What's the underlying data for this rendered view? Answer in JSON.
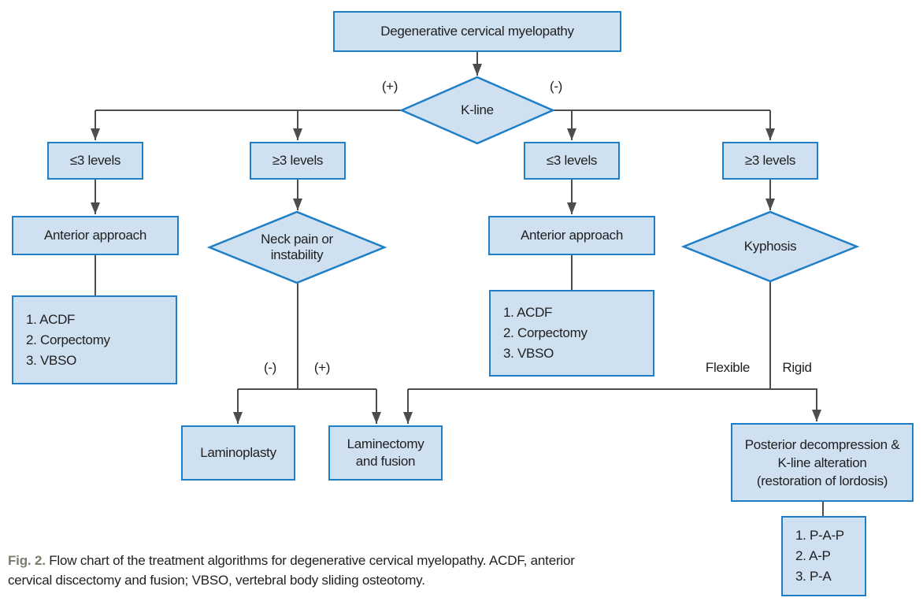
{
  "diagram": {
    "root": "Degenerative cervical myelopathy",
    "decisions": {
      "kline": "K-line",
      "neck_pain": "Neck pain or instability",
      "kyphosis": "Kyphosis"
    },
    "branch_labels": {
      "kline_positive": "(+)",
      "kline_negative": "(-)",
      "neck_negative": "(-)",
      "neck_positive": "(+)",
      "kyphosis_flexible": "Flexible",
      "kyphosis_rigid": "Rigid"
    },
    "level_boxes": [
      "≤3 levels",
      "≥3 levels",
      "≤3 levels",
      "≥3 levels"
    ],
    "anterior_left": {
      "label": "Anterior approach",
      "options": [
        "1. ACDF",
        "2. Corpectomy",
        "3. VBSO"
      ]
    },
    "anterior_right": {
      "label": "Anterior approach",
      "options": [
        "1. ACDF",
        "2. Corpectomy",
        "3. VBSO"
      ]
    },
    "laminoplasty": "Laminoplasty",
    "laminectomy": "Laminectomy and fusion",
    "posterior": {
      "lines": [
        "Posterior decompression &",
        "K-line alteration",
        "(restoration of lordosis)"
      ],
      "options": [
        "1. P-A-P",
        "2. A-P",
        "3. P-A"
      ]
    }
  },
  "caption": {
    "fig_label": "Fig. 2.",
    "line1": "Flow chart of the treatment algorithms for degenerative cervical myelopathy. ACDF, anterior",
    "line2": "cervical discectomy and fusion; VBSO, vertebral body sliding osteotomy."
  },
  "colors": {
    "node_fill": "#cfe0f1",
    "node_border": "#1e7ec6",
    "line": "#4d4d4d",
    "text": "#1f1f1f",
    "fig_label": "#7e7b6d",
    "background": "#ffffff"
  }
}
